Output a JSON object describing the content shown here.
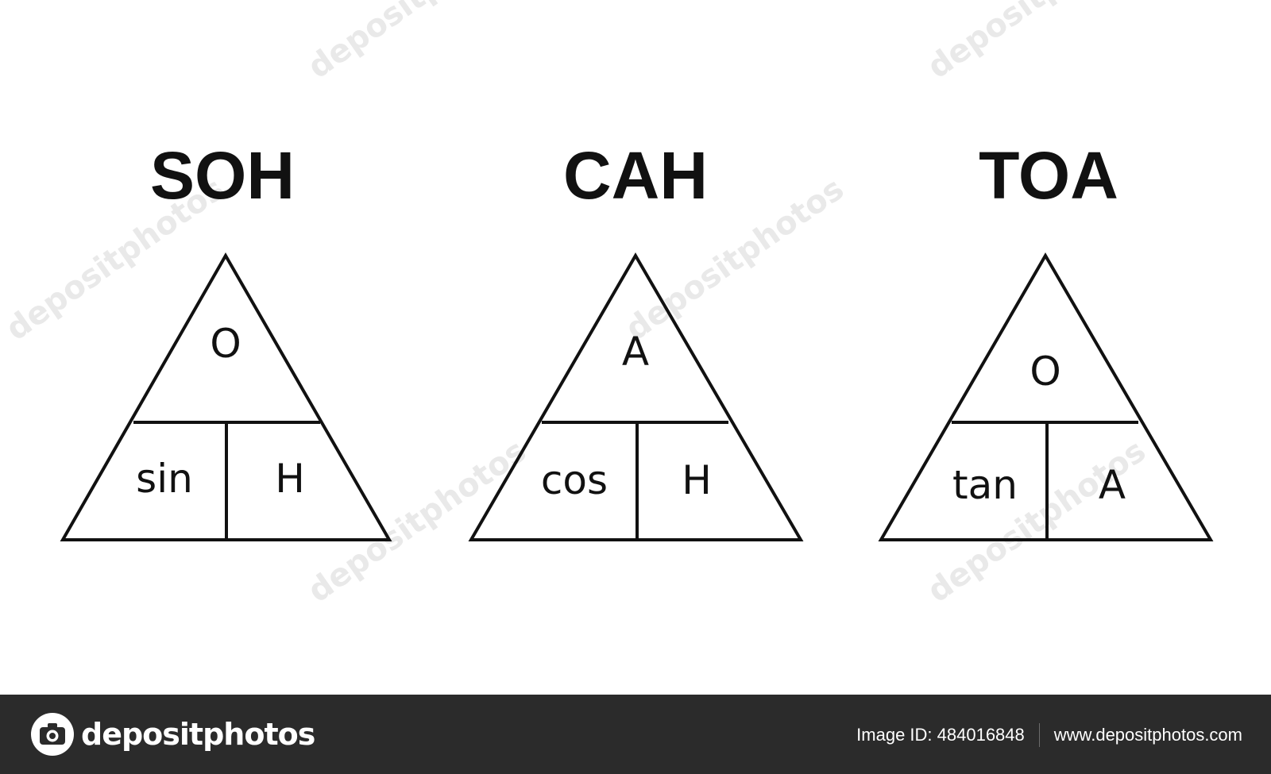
{
  "triangles": [
    {
      "title": "SOH",
      "top": "O",
      "bottom_left": "sin",
      "bottom_right": "H"
    },
    {
      "title": "CAH",
      "top": "A",
      "bottom_left": "cos",
      "bottom_right": "H"
    },
    {
      "title": "TOA",
      "top": "O",
      "bottom_left": "tan",
      "bottom_right": "A"
    }
  ],
  "watermark": {
    "text": "depositphotos"
  },
  "footer": {
    "logo_text": "depositphotos",
    "logo_icon": "camera-icon",
    "image_id": "Image ID: 484016848",
    "url": "www.depositphotos.com",
    "background_color": "#2b2b2b"
  }
}
